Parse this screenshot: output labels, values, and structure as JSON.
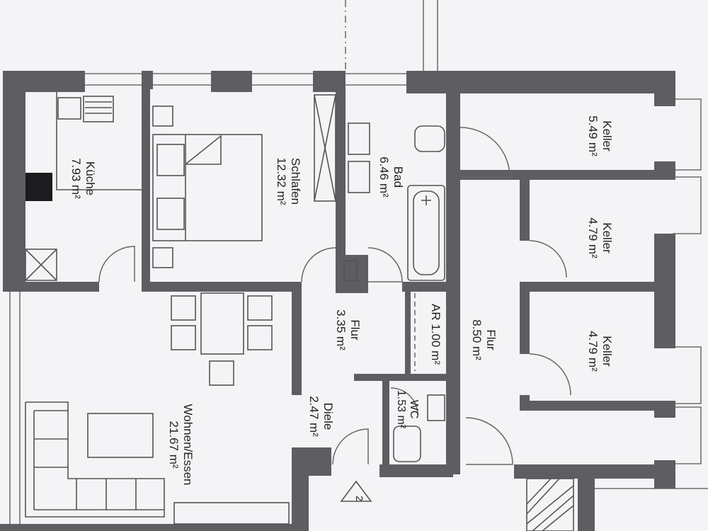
{
  "plan": {
    "stair_marker": "2",
    "rooms": [
      {
        "id": "kueche",
        "name": "Küche",
        "area": "7.93 m²"
      },
      {
        "id": "schlafen",
        "name": "Schlafen",
        "area": "12.32 m²"
      },
      {
        "id": "bad",
        "name": "Bad",
        "area": "6.46 m²"
      },
      {
        "id": "keller1",
        "name": "Keller",
        "area": "5.49 m²"
      },
      {
        "id": "keller2",
        "name": "Keller",
        "area": "4.79 m²"
      },
      {
        "id": "keller3",
        "name": "Keller",
        "area": "4.79 m²"
      },
      {
        "id": "flur1",
        "name": "Flur",
        "area": "3.35 m²"
      },
      {
        "id": "ar",
        "name": "AR",
        "area": "1.00 m²"
      },
      {
        "id": "flur2",
        "name": "Flur",
        "area": "8.50 m²"
      },
      {
        "id": "diele",
        "name": "Diele",
        "area": "2.47 m²"
      },
      {
        "id": "wc",
        "name": "WC",
        "area": "1.53 m²"
      },
      {
        "id": "wohnen",
        "name": "Wohnen/Essen",
        "area": "21.67 m²"
      }
    ]
  }
}
